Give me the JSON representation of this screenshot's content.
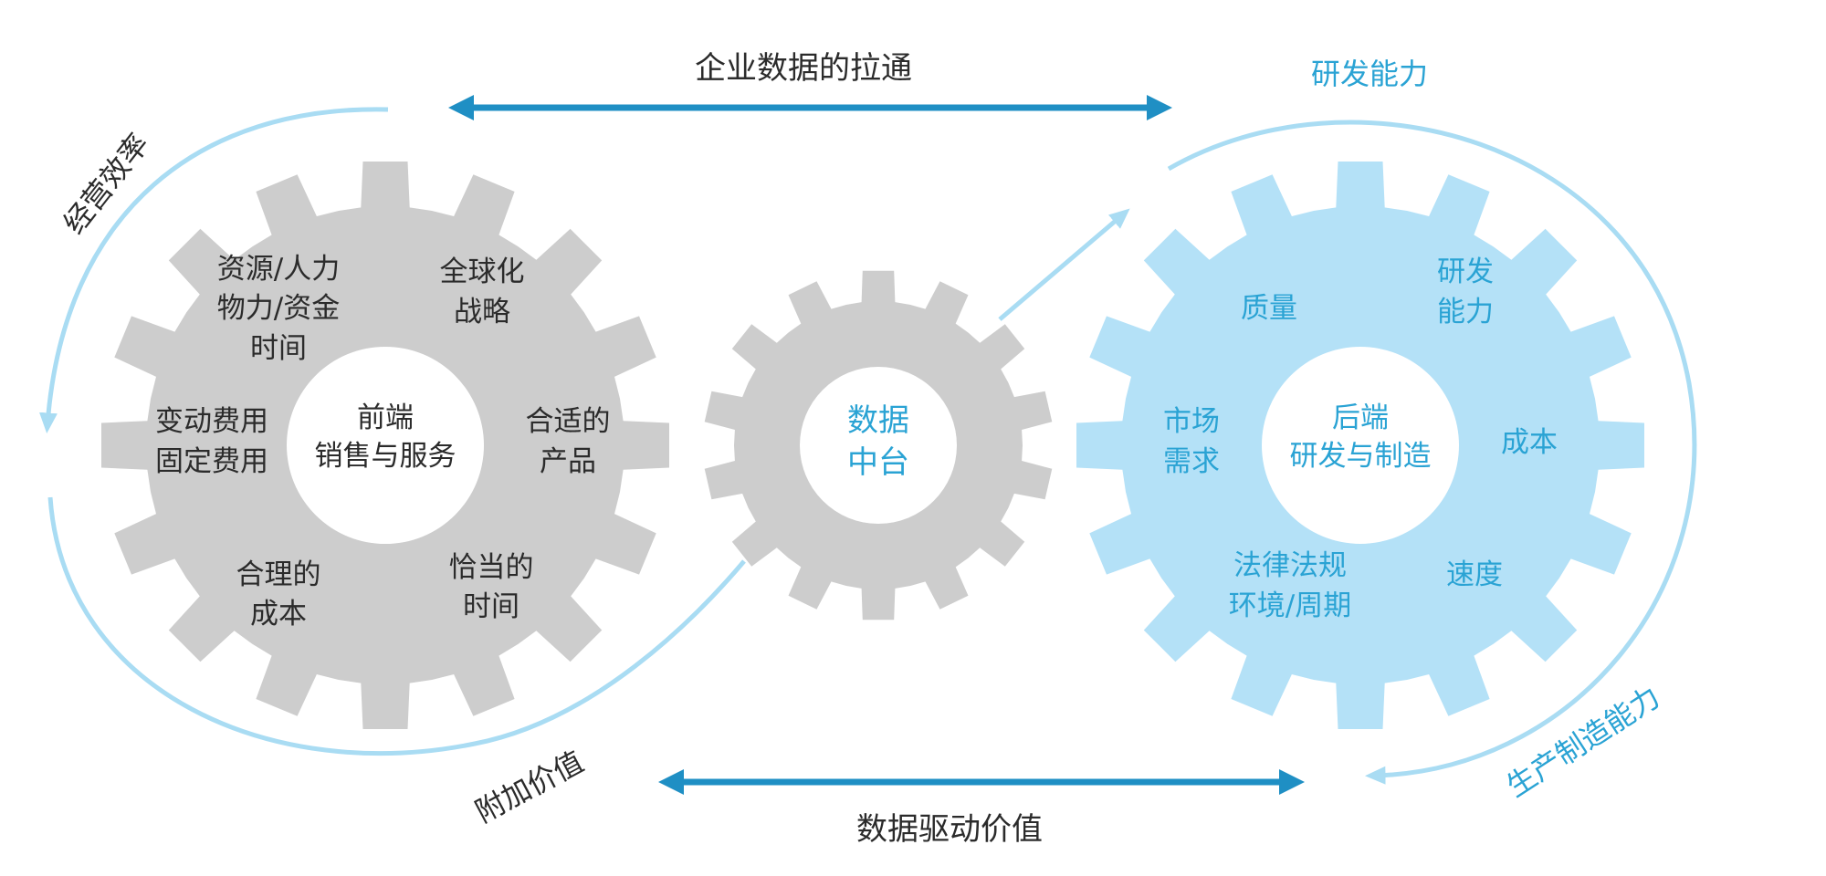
{
  "top_arrow_label": "企业数据的拉通",
  "bottom_arrow_label": "数据驱动价值",
  "arcs": {
    "top_left": "经营效率",
    "bottom_left": "附加价值",
    "top_right": "研发能力",
    "bottom_right": "生产制造能力"
  },
  "left_gear": {
    "center_line1": "前端",
    "center_line2": "销售与服务",
    "resources": [
      "资源/人力",
      "物力/资金",
      "时间"
    ],
    "global": [
      "全球化",
      "战略"
    ],
    "cost_types": [
      "变动费用",
      "固定费用"
    ],
    "product": [
      "合适的",
      "产品"
    ],
    "reasonable_cost": [
      "合理的",
      "成本"
    ],
    "proper_time": [
      "恰当的",
      "时间"
    ]
  },
  "middle_gear": {
    "line1": "数据",
    "line2": "中台"
  },
  "right_gear": {
    "center_line1": "后端",
    "center_line2": "研发与制造",
    "quality": "质量",
    "rnd": [
      "研发",
      "能力"
    ],
    "market": [
      "市场",
      "需求"
    ],
    "cost": "成本",
    "law": [
      "法律法规",
      "环境/周期"
    ],
    "speed": "速度"
  },
  "colors": {
    "gear_gray": "#cdcdcd",
    "gear_blue": "#b4e1f7",
    "arrow_blue": "#1f8fc4",
    "arc_light": "#a9dcf3",
    "accent_text": "#2aa3d4",
    "dark_text": "#2b2b2b"
  }
}
